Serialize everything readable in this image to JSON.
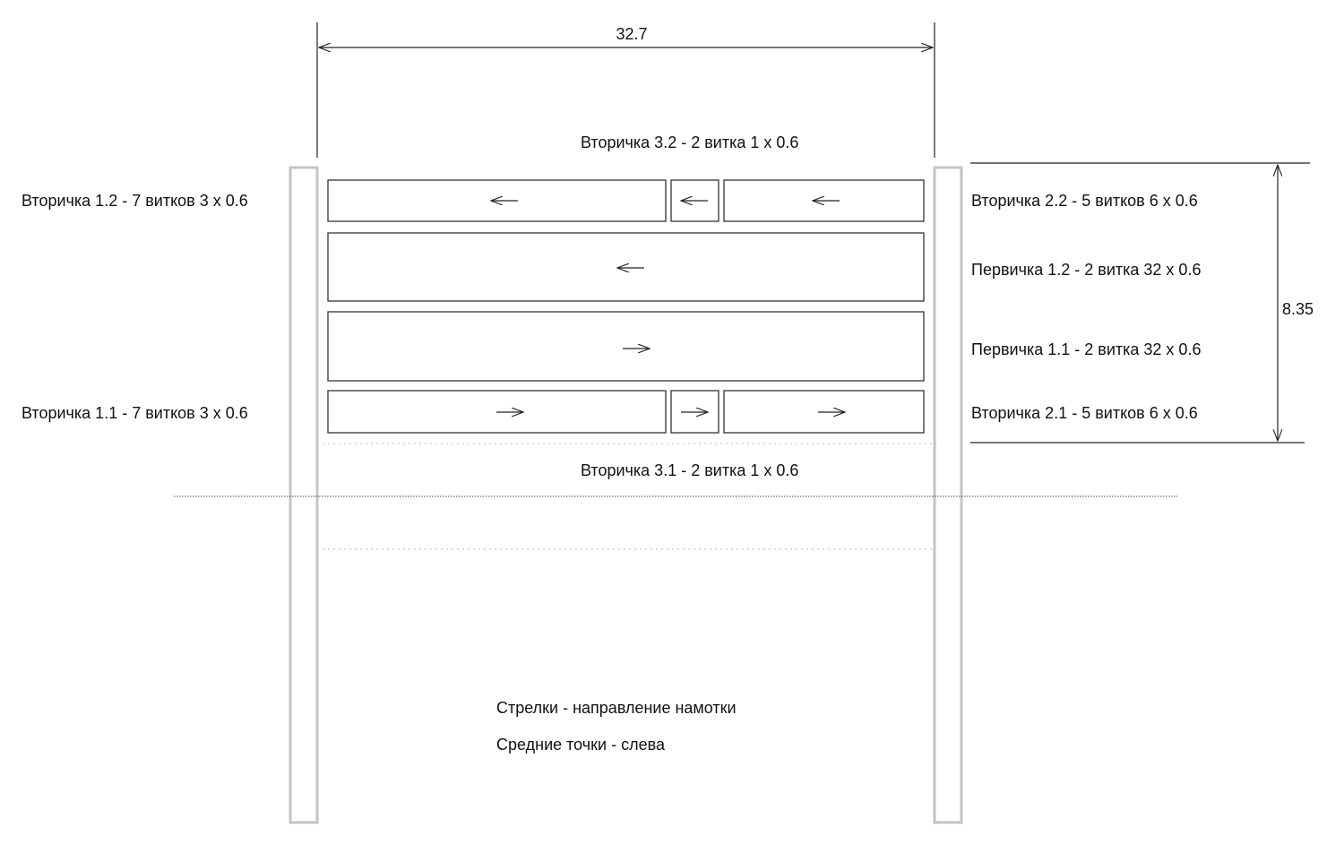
{
  "dimensions": {
    "width_label": "32.7",
    "height_label": "8.35"
  },
  "layers": {
    "secondary_3_2": "Вторичка 3.2 - 2 витка 1 x 0.6",
    "secondary_1_2": "Вторичка 1.2 - 7 витков 3 x 0.6",
    "secondary_2_2": "Вторичка 2.2 - 5 витков 6 x 0.6",
    "primary_1_2": "Первичка 1.2 - 2 витка 32 x 0.6",
    "primary_1_1": "Первичка 1.1 - 2 витка 32 x 0.6",
    "secondary_1_1": "Вторичка 1.1 - 7 витков 3 x 0.6",
    "secondary_2_1": "Вторичка 2.1 - 5 витков 6 x 0.6",
    "secondary_3_1": "Вторичка 3.1 - 2 витка 1 x 0.6"
  },
  "directions": {
    "row1": "left",
    "row2": "left",
    "row3": "right",
    "row4": "right"
  },
  "notes": {
    "arrows": "Стрелки - направление намотки",
    "midpoints": "Средние точки - слева"
  }
}
